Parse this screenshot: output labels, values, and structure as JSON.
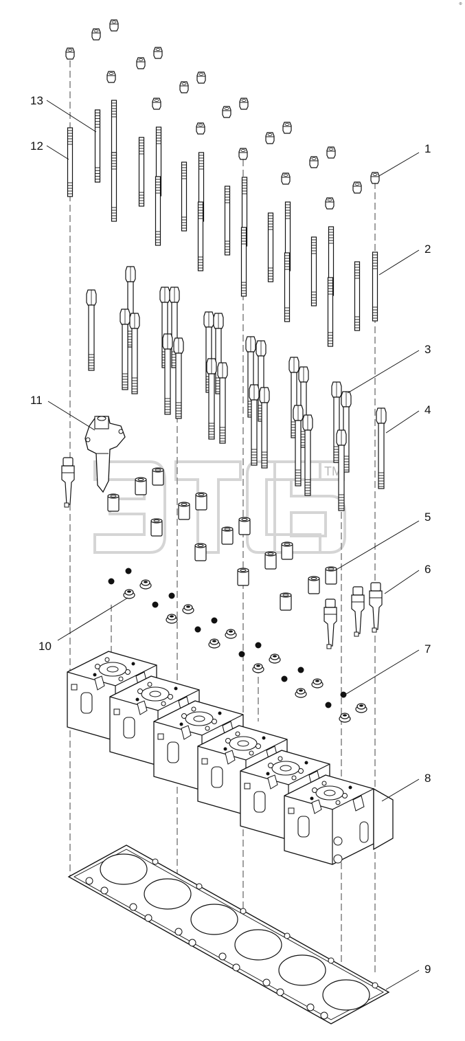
{
  "callouts": [
    {
      "id": 1,
      "label": "1"
    },
    {
      "id": 2,
      "label": "2"
    },
    {
      "id": 3,
      "label": "3"
    },
    {
      "id": 4,
      "label": "4"
    },
    {
      "id": 5,
      "label": "5"
    },
    {
      "id": 6,
      "label": "6"
    },
    {
      "id": 7,
      "label": "7"
    },
    {
      "id": 8,
      "label": "8"
    },
    {
      "id": 9,
      "label": "9"
    },
    {
      "id": 10,
      "label": "10"
    },
    {
      "id": 11,
      "label": "11"
    },
    {
      "id": 12,
      "label": "12"
    },
    {
      "id": 13,
      "label": "13"
    }
  ],
  "watermark": {
    "text": "ЭТСБ",
    "trademark": "TM"
  },
  "corner_mark": "⊕"
}
